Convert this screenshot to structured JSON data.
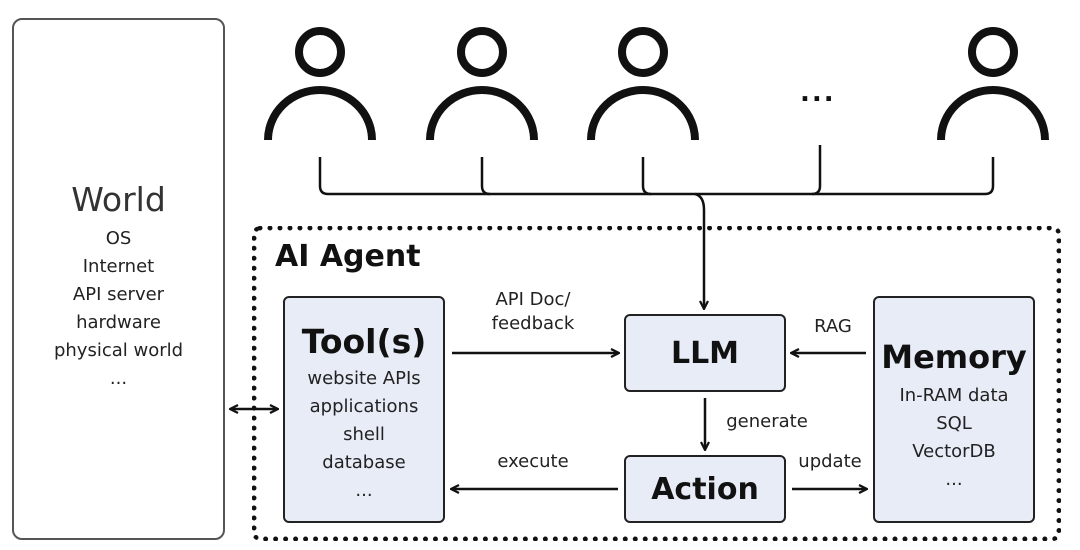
{
  "world": {
    "title": "World",
    "items": [
      "OS",
      "Internet",
      "API server",
      "hardware",
      "physical world",
      "..."
    ]
  },
  "agent": {
    "title": "AI Agent"
  },
  "tools": {
    "title": "Tool(s)",
    "items": [
      "website APIs",
      "applications",
      "shell",
      "database",
      "..."
    ]
  },
  "llm": {
    "title": "LLM"
  },
  "action": {
    "title": "Action"
  },
  "memory": {
    "title": "Memory",
    "items": [
      "In-RAM data",
      "SQL",
      "VectorDB",
      "..."
    ]
  },
  "edges": {
    "api_doc_line1": "API Doc/",
    "api_doc_line2": "feedback",
    "rag": "RAG",
    "generate": "generate",
    "execute": "execute",
    "update": "update"
  },
  "users": {
    "ellipsis": "..."
  }
}
